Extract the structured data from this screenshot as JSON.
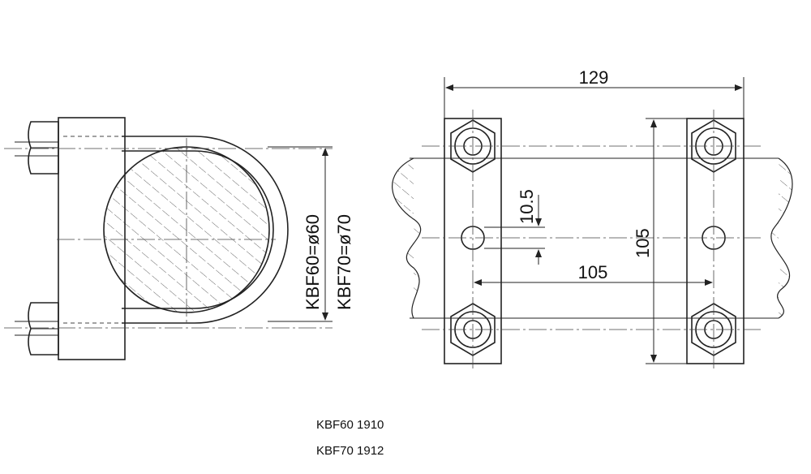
{
  "dimensions": {
    "overall_width": "129",
    "hole_spacing_horizontal": "105",
    "hole_spacing_vertical": "105",
    "offset": "10.5",
    "diameter_kbf60": "KBF60=ø60",
    "diameter_kbf70": "KBF70=ø70"
  },
  "parts": [
    {
      "label": "KBF60 1910"
    },
    {
      "label": "KBF70 1912"
    }
  ],
  "colors": {
    "line": "#222222",
    "hatch": "#555555",
    "background": "#ffffff"
  }
}
